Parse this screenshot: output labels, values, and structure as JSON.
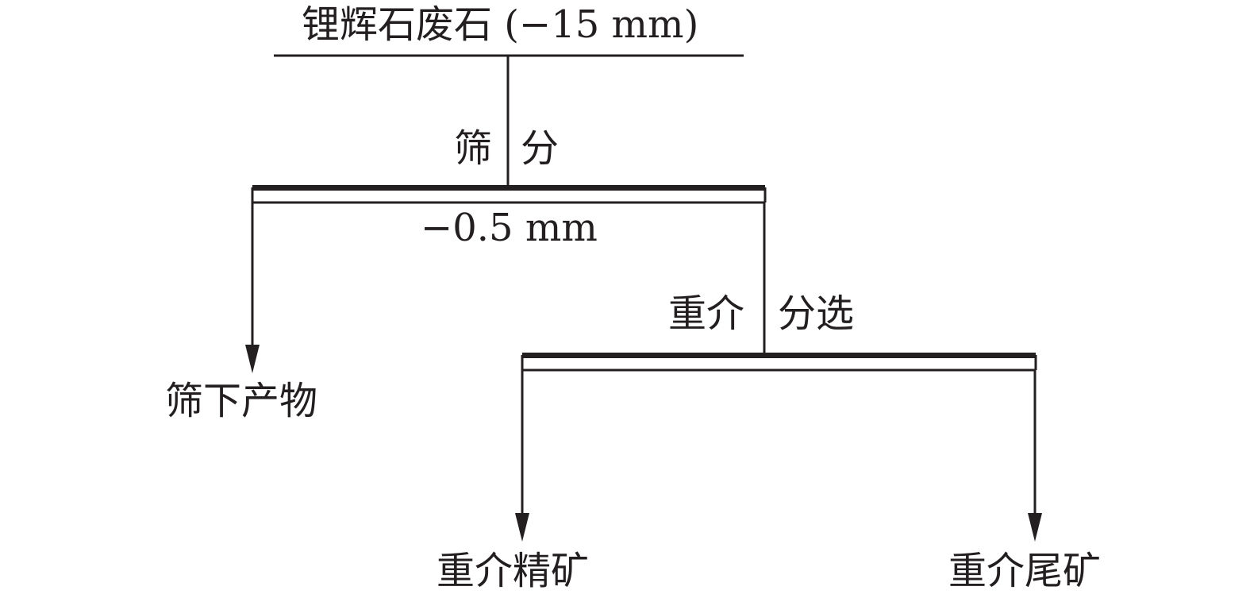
{
  "feed": {
    "label": "锂辉石废石 (−15 mm)"
  },
  "screening": {
    "label_left": "筛",
    "label_right": "分",
    "size_label": "−0.5 mm",
    "undersize_product": "筛下产物"
  },
  "dms": {
    "label_left": "重介",
    "label_right": "分选",
    "concentrate_product": "重介精矿",
    "tailings_product": "重介尾矿"
  },
  "colors": {
    "ink": "#231f20",
    "background": "#ffffff"
  }
}
